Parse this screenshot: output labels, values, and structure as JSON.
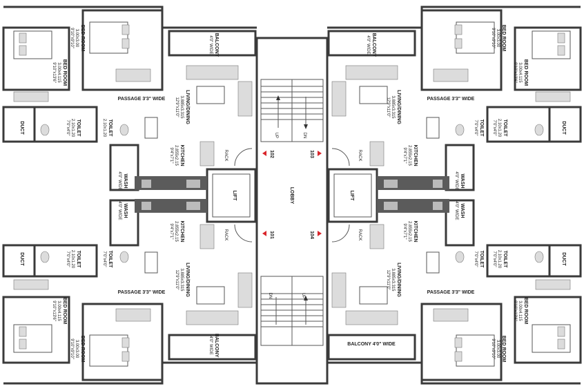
{
  "labels": {
    "bed_room_upper": "BED ROOM",
    "bed_room_upper_dims": "3.00x3.00",
    "bed_room_upper_ft": "9'10\"x9'10\"",
    "bed_room_main": "BED ROOM",
    "bed_room_main_dims": "3.00x4.115",
    "bed_room_main_ft": "9'10\"x13'6\"",
    "balcony": "BALCONY",
    "balcony_width": "4'0\" WIDE",
    "balcony_wide": "BALCONY 4'0\" WIDE",
    "living": "LIVING/DINING",
    "living_dims": "3.885x3.315",
    "living_ft": "12'9\"x11'0\"",
    "passage": "PASSAGE 3'3\" WIDE",
    "toilet": "TOILET",
    "toilet_dims": "2.10x1.20",
    "toilet_ft": "7'0\"x4'0\"",
    "duct": "DUCT",
    "kitchen": "KITCHEN",
    "kitchen_dims": "2.855x2.15",
    "kitchen_ft": "9'4\"x7'1\"",
    "rack": "RACK",
    "wash": "WASH",
    "wash_width": "4'0\" WIDE",
    "lift": "LIFT",
    "lobby": "LOBBY",
    "up": "UP",
    "dn": "DN",
    "unit_101": "101",
    "unit_102": "102",
    "unit_103": "103",
    "unit_104": "104"
  },
  "colors": {
    "wall": "#3a3a3a",
    "marker": "#d9262b",
    "fixture_dark": "#5b5b5b",
    "fixture_light": "#dcdcdc"
  }
}
